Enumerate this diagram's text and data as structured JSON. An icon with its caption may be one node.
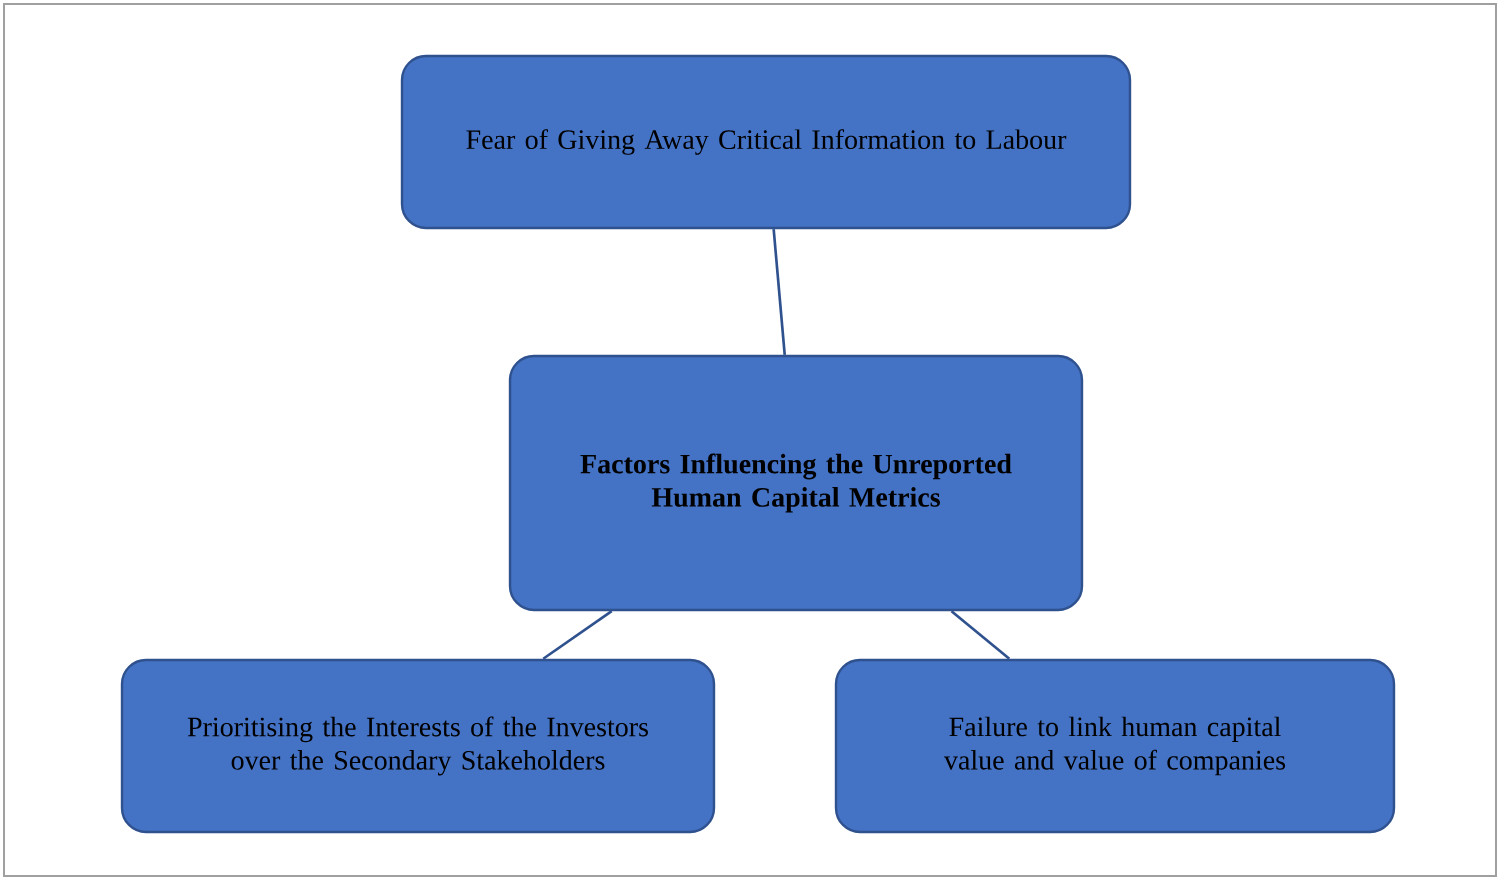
{
  "diagram": {
    "nodes": [
      {
        "text": [
          "Fear of Giving Away Critical Information to Labour"
        ]
      },
      {
        "text": [
          "Factors Influencing the Unreported Human Capital Metrics"
        ]
      },
      {
        "text": [
          "Prioritising the Interests of the Investors over the Secondary Stakeholders"
        ]
      },
      {
        "text": [
          "Failure to link human capital value and value of companies"
        ]
      }
    ],
    "edges": [
      {
        "from": 1,
        "to": 0,
        "arrow": "none"
      },
      {
        "from": 1,
        "to": 2,
        "arrow": "none"
      },
      {
        "from": 1,
        "to": 3,
        "arrow": "none"
      }
    ]
  }
}
